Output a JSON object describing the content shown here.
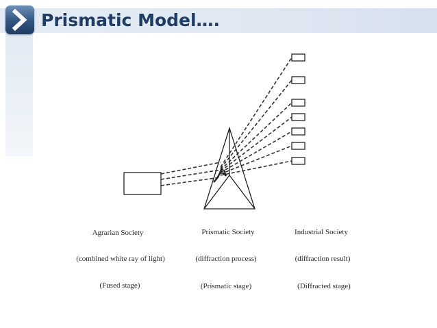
{
  "slide": {
    "title": "Prismatic Model…."
  },
  "icons": {
    "title_marker": "chevron-right-icon"
  },
  "colors": {
    "title_text": "#1f3d62",
    "icon_box": "#31547f",
    "header_bar": "#dfe7f2"
  },
  "diagram": {
    "stages": [
      {
        "society": "Agrarian Society",
        "description": "(combined white ray of light)",
        "stage": "(Fused stage)"
      },
      {
        "society": "Prismatic Society",
        "description": "(diffraction process)",
        "stage": "(Prismatic stage)"
      },
      {
        "society": "Industrial Society",
        "description": "(diffraction result)",
        "stage": "(Diffracted stage)"
      }
    ],
    "output_box_count": 7
  }
}
